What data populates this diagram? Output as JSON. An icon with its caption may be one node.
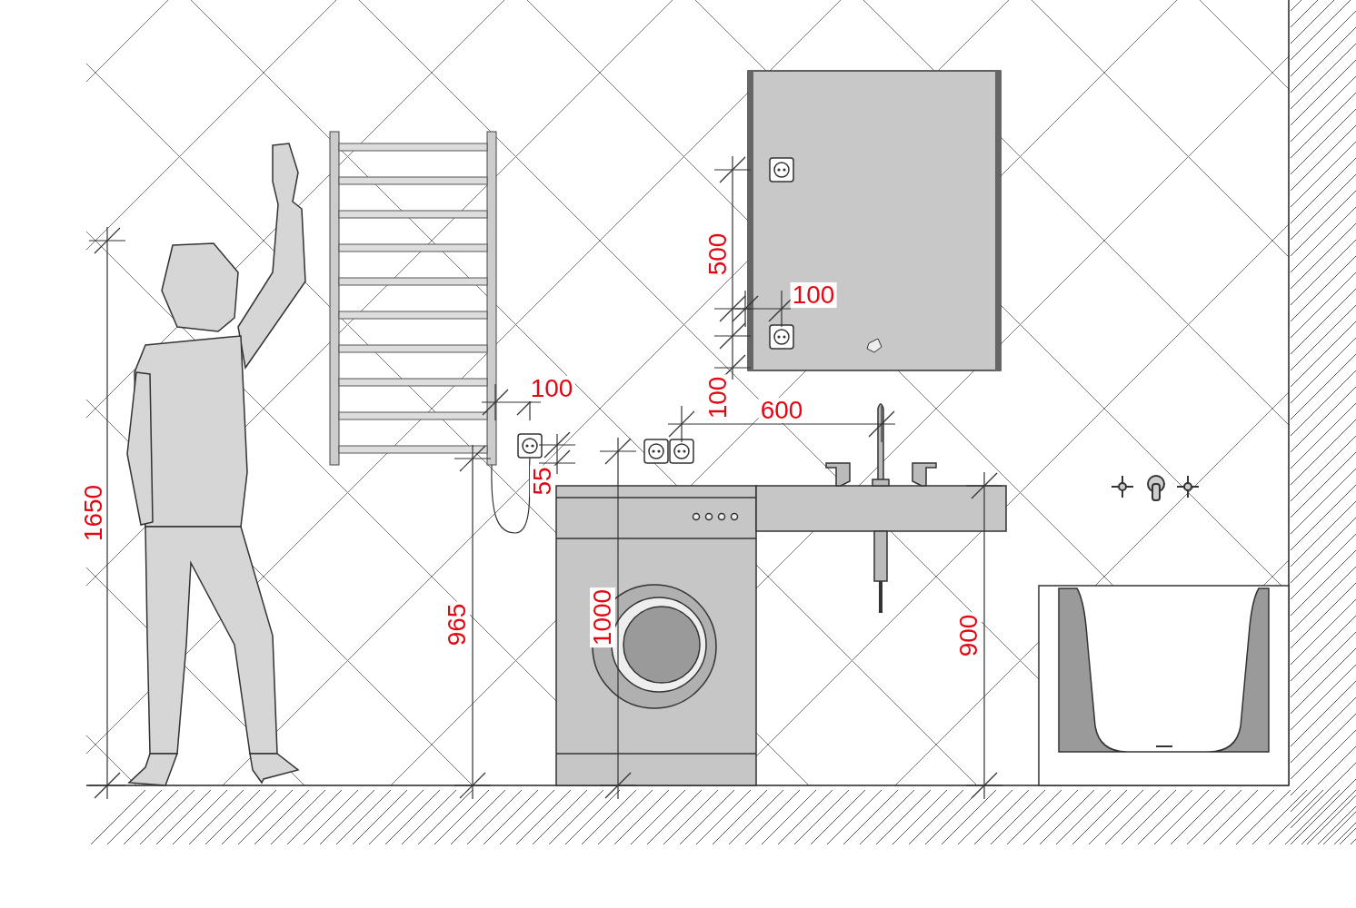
{
  "diagram": {
    "nodes": [
      {
        "text": [],
        "shape": "picture"
      },
      {
        "text": [],
        "shape": "picture"
      }
    ],
    "edges": [
      {
        "from": 0,
        "to": 1,
        "arrow": "none"
      }
    ],
    "labels": [
      "500",
      "100",
      "100",
      "100",
      "600",
      "55",
      "1650",
      "965",
      "1000",
      "900"
    ]
  }
}
